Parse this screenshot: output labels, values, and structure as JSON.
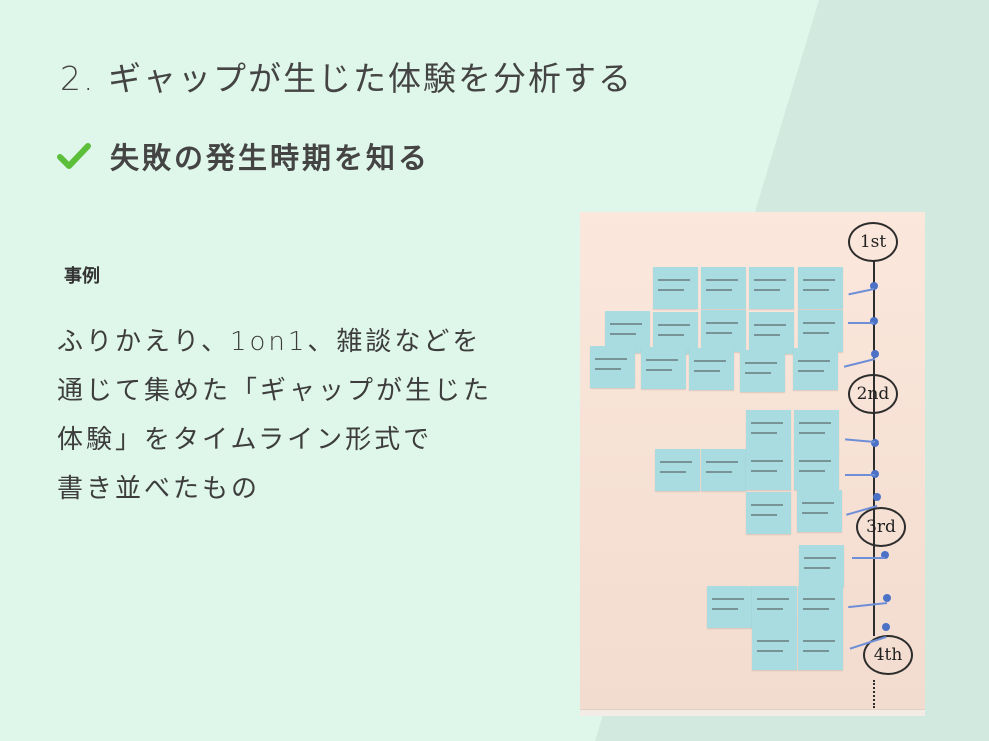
{
  "slide": {
    "title": "2. ギャップが生じた体験を分析する",
    "subtitle": "失敗の発生時期を知る",
    "subtitle_icon": "checkmark-icon",
    "accent_color": "#5bbf3a",
    "background_color": "#dff6ea",
    "band_color": "#d2e9e0"
  },
  "example": {
    "label": "事例",
    "description": "ふりかえり、1on1、雑談などを\n通じて集めた「ギャップが生じた\n体験」をタイムライン形式で\n書き並べたもの"
  },
  "photo": {
    "alt": "ホワイトボードに付箋で貼られた体験のタイムライン",
    "stages": [
      {
        "label": "1st"
      },
      {
        "label": "2nd"
      },
      {
        "label": "3rd"
      },
      {
        "label": "4th"
      }
    ],
    "note_color": "#a9dce0",
    "board_color": "#fbe7dc"
  }
}
